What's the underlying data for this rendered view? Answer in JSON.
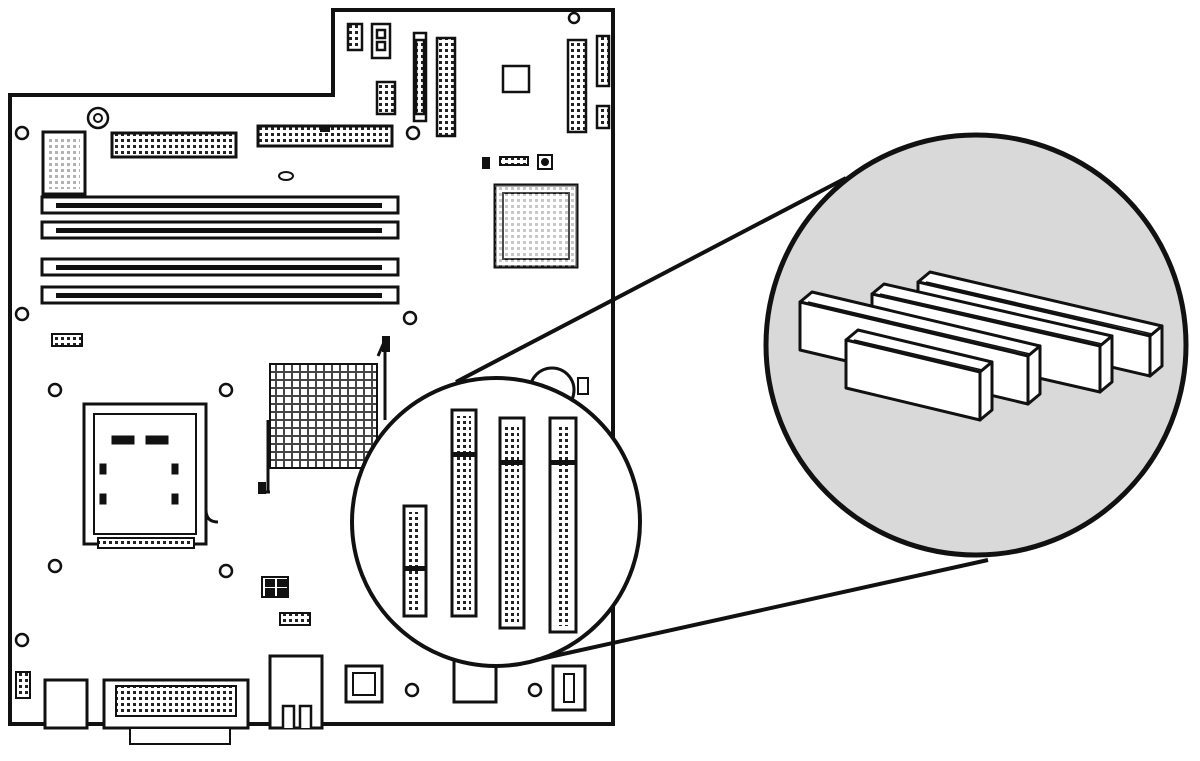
{
  "figure": {
    "subject": "motherboard-expansion-slots-callout",
    "colors": {
      "line": "#111111",
      "board_fill": "#ffffff",
      "zoom_fill": "#d9d9d9",
      "slot_fill": "#ffffff",
      "grid_fill": "#bdbdbd"
    },
    "icons": [
      "board-outline",
      "memory-slots",
      "cpu-socket",
      "chipset",
      "battery",
      "expansion-slots",
      "rear-io-ports",
      "zoom-callout"
    ]
  }
}
